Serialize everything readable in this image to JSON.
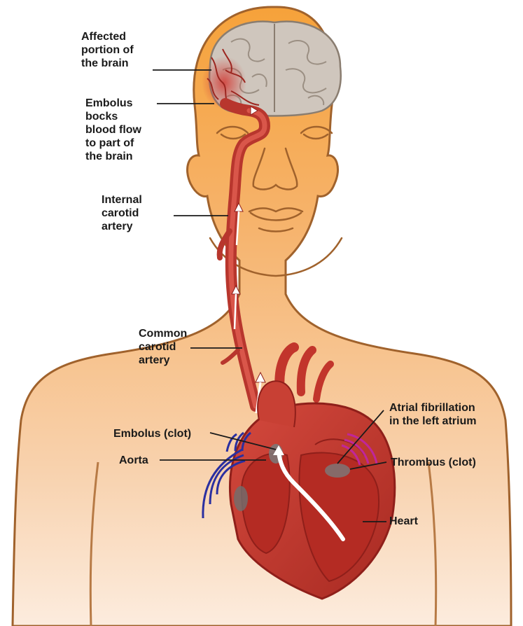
{
  "labels": {
    "affected_brain": "Affected\nportion of\nthe brain",
    "embolus_blocks": "Embolus\nbocks\nblood flow\nto part of\nthe brain",
    "internal_carotid": "Internal\ncarotid\nartery",
    "common_carotid": "Common\ncarotid\nartery",
    "atrial_fibrillation": "Atrial fibrillation\nin the left atrium",
    "embolus_clot": "Embolus (clot)",
    "aorta": "Aorta",
    "thrombus": "Thrombus (clot)",
    "heart": "Heart"
  },
  "colors": {
    "skin_top": "#f7a63b",
    "skin_bottom": "#fbe6d2",
    "skin_outline": "#a0622c",
    "brain": "#cfc6bd",
    "brain_outline": "#8a7d70",
    "artery": "#b8362d",
    "heart": "#c2352c",
    "heart_dark": "#8f1f1a",
    "clot": "#7a7a7a",
    "wave_blue": "#2a2fa0",
    "wave_magenta": "#c0269a",
    "leader": "#1a1a1a"
  }
}
